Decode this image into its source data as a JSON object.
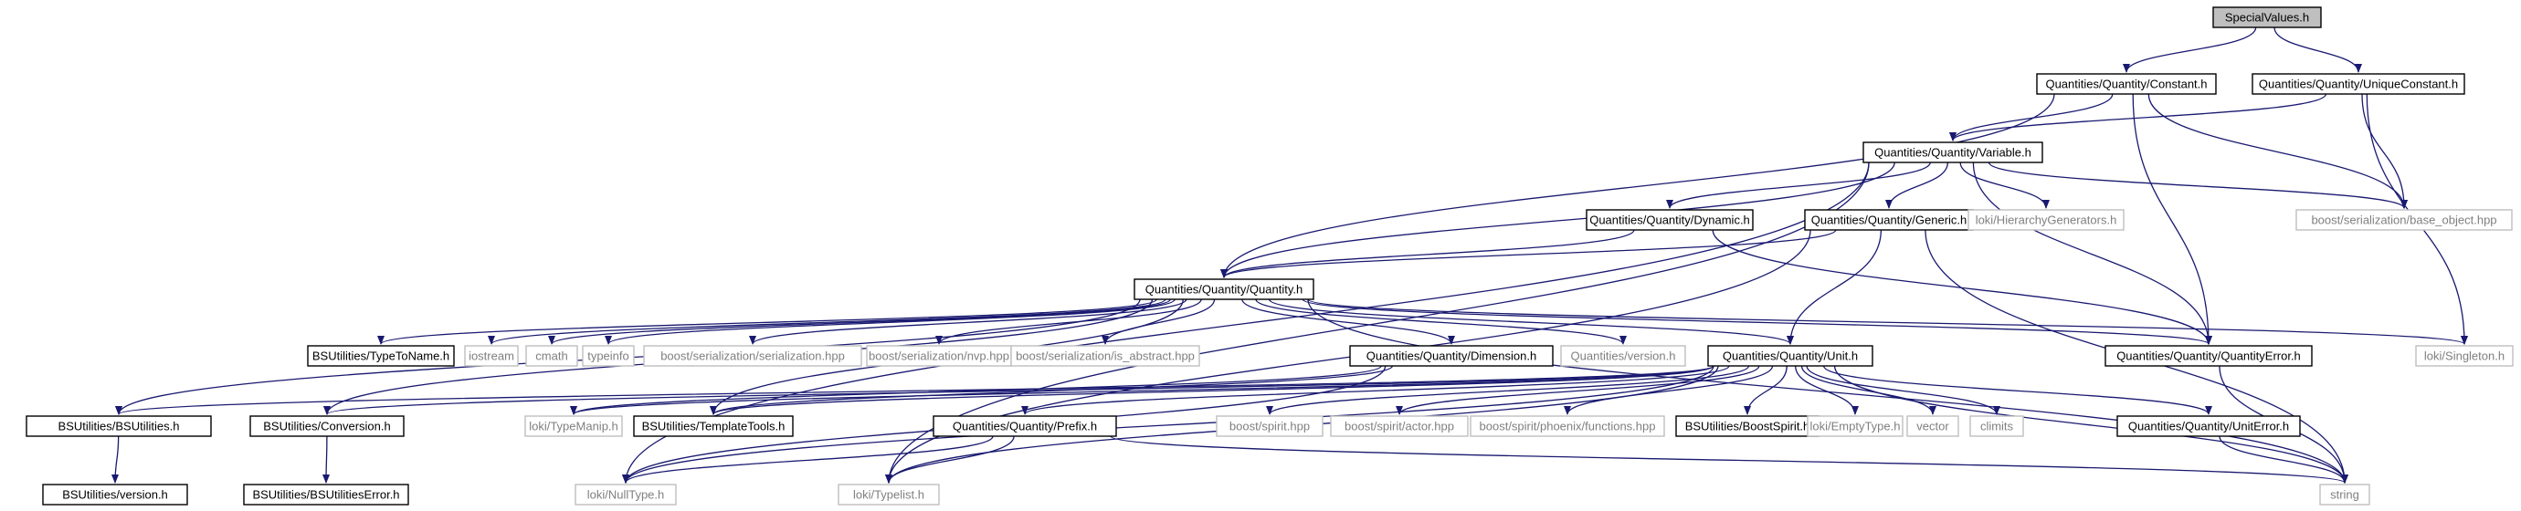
{
  "colors": {
    "edge": "#191970",
    "node_border": "#000000",
    "node_border_external": "#bfbfbf",
    "node_text": "#000000",
    "node_text_external": "#7f7f7f",
    "root_fill": "#bfbfbf",
    "node_fill": "#ffffff"
  },
  "nodes": [
    {
      "id": "specialvalues",
      "label": "SpecialValues.h",
      "kind": "root"
    },
    {
      "id": "constant",
      "label": "Quantities/Quantity/Constant.h",
      "kind": "documented"
    },
    {
      "id": "uniqueconstant",
      "label": "Quantities/Quantity/UniqueConstant.h",
      "kind": "documented"
    },
    {
      "id": "variable",
      "label": "Quantities/Quantity/Variable.h",
      "kind": "documented"
    },
    {
      "id": "base_object",
      "label": "boost/serialization/base_object.hpp",
      "kind": "external"
    },
    {
      "id": "dynamic",
      "label": "Quantities/Quantity/Dynamic.h",
      "kind": "documented"
    },
    {
      "id": "generic",
      "label": "Quantities/Quantity/Generic.h",
      "kind": "documented"
    },
    {
      "id": "hierarchygen",
      "label": "loki/HierarchyGenerators.h",
      "kind": "external"
    },
    {
      "id": "quantity",
      "label": "Quantities/Quantity/Quantity.h",
      "kind": "documented"
    },
    {
      "id": "typetoname",
      "label": "BSUtilities/TypeToName.h",
      "kind": "documented"
    },
    {
      "id": "iostream",
      "label": "iostream",
      "kind": "external"
    },
    {
      "id": "cmath",
      "label": "cmath",
      "kind": "external"
    },
    {
      "id": "typeinfo",
      "label": "typeinfo",
      "kind": "external"
    },
    {
      "id": "serialization",
      "label": "boost/serialization/serialization.hpp",
      "kind": "external"
    },
    {
      "id": "nvp",
      "label": "boost/serialization/nvp.hpp",
      "kind": "external"
    },
    {
      "id": "is_abstract",
      "label": "boost/serialization/is_abstract.hpp",
      "kind": "external"
    },
    {
      "id": "dimension",
      "label": "Quantities/Quantity/Dimension.h",
      "kind": "documented"
    },
    {
      "id": "qversion",
      "label": "Quantities/version.h",
      "kind": "external"
    },
    {
      "id": "unit",
      "label": "Quantities/Quantity/Unit.h",
      "kind": "documented"
    },
    {
      "id": "quantityerror",
      "label": "Quantities/Quantity/QuantityError.h",
      "kind": "documented"
    },
    {
      "id": "singleton",
      "label": "loki/Singleton.h",
      "kind": "external"
    },
    {
      "id": "bsutilities",
      "label": "BSUtilities/BSUtilities.h",
      "kind": "documented"
    },
    {
      "id": "conversion",
      "label": "BSUtilities/Conversion.h",
      "kind": "documented"
    },
    {
      "id": "typemanip",
      "label": "loki/TypeManip.h",
      "kind": "external"
    },
    {
      "id": "templatetools",
      "label": "BSUtilities/TemplateTools.h",
      "kind": "documented"
    },
    {
      "id": "prefix",
      "label": "Quantities/Quantity/Prefix.h",
      "kind": "documented"
    },
    {
      "id": "spirit",
      "label": "boost/spirit.hpp",
      "kind": "external"
    },
    {
      "id": "actor",
      "label": "boost/spirit/actor.hpp",
      "kind": "external"
    },
    {
      "id": "phoenix",
      "label": "boost/spirit/phoenix/functions.hpp",
      "kind": "external"
    },
    {
      "id": "boostspirit",
      "label": "BSUtilities/BoostSpirit.h",
      "kind": "documented"
    },
    {
      "id": "emptytype",
      "label": "loki/EmptyType.h",
      "kind": "external"
    },
    {
      "id": "vector",
      "label": "vector",
      "kind": "external"
    },
    {
      "id": "climits",
      "label": "climits",
      "kind": "external"
    },
    {
      "id": "uniterror",
      "label": "Quantities/Quantity/UnitError.h",
      "kind": "documented"
    },
    {
      "id": "bsversion",
      "label": "BSUtilities/version.h",
      "kind": "documented"
    },
    {
      "id": "bserror",
      "label": "BSUtilities/BSUtilitiesError.h",
      "kind": "documented"
    },
    {
      "id": "nulltype",
      "label": "loki/NullType.h",
      "kind": "external"
    },
    {
      "id": "typelist",
      "label": "loki/Typelist.h",
      "kind": "external"
    },
    {
      "id": "string",
      "label": "string",
      "kind": "external"
    }
  ],
  "edges": [
    [
      "specialvalues",
      "constant"
    ],
    [
      "specialvalues",
      "uniqueconstant"
    ],
    [
      "constant",
      "variable"
    ],
    [
      "constant",
      "quantity"
    ],
    [
      "constant",
      "base_object"
    ],
    [
      "constant",
      "quantityerror"
    ],
    [
      "uniqueconstant",
      "variable"
    ],
    [
      "uniqueconstant",
      "base_object"
    ],
    [
      "uniqueconstant",
      "singleton"
    ],
    [
      "variable",
      "quantity"
    ],
    [
      "variable",
      "dynamic"
    ],
    [
      "variable",
      "generic"
    ],
    [
      "variable",
      "hierarchygen"
    ],
    [
      "variable",
      "base_object"
    ],
    [
      "variable",
      "quantityerror"
    ],
    [
      "variable",
      "nulltype"
    ],
    [
      "variable",
      "typelist"
    ],
    [
      "dynamic",
      "quantity"
    ],
    [
      "dynamic",
      "quantityerror"
    ],
    [
      "generic",
      "quantity"
    ],
    [
      "generic",
      "unit"
    ],
    [
      "generic",
      "typelist"
    ],
    [
      "generic",
      "string"
    ],
    [
      "quantity",
      "typetoname"
    ],
    [
      "quantity",
      "iostream"
    ],
    [
      "quantity",
      "cmath"
    ],
    [
      "quantity",
      "typeinfo"
    ],
    [
      "quantity",
      "serialization"
    ],
    [
      "quantity",
      "nvp"
    ],
    [
      "quantity",
      "is_abstract"
    ],
    [
      "quantity",
      "dimension"
    ],
    [
      "quantity",
      "qversion"
    ],
    [
      "quantity",
      "unit"
    ],
    [
      "quantity",
      "quantityerror"
    ],
    [
      "quantity",
      "singleton"
    ],
    [
      "quantity",
      "bsutilities"
    ],
    [
      "quantity",
      "conversion"
    ],
    [
      "quantity",
      "templatetools"
    ],
    [
      "quantity",
      "string"
    ],
    [
      "dimension",
      "typemanip"
    ],
    [
      "dimension",
      "templatetools"
    ],
    [
      "dimension",
      "nulltype"
    ],
    [
      "unit",
      "bsutilities"
    ],
    [
      "unit",
      "conversion"
    ],
    [
      "unit",
      "typemanip"
    ],
    [
      "unit",
      "templatetools"
    ],
    [
      "unit",
      "prefix"
    ],
    [
      "unit",
      "spirit"
    ],
    [
      "unit",
      "actor"
    ],
    [
      "unit",
      "phoenix"
    ],
    [
      "unit",
      "boostspirit"
    ],
    [
      "unit",
      "emptytype"
    ],
    [
      "unit",
      "vector"
    ],
    [
      "unit",
      "climits"
    ],
    [
      "unit",
      "uniterror"
    ],
    [
      "unit",
      "nulltype"
    ],
    [
      "unit",
      "typelist"
    ],
    [
      "unit",
      "string"
    ],
    [
      "quantityerror",
      "string"
    ],
    [
      "uniterror",
      "string"
    ],
    [
      "prefix",
      "nulltype"
    ],
    [
      "prefix",
      "typelist"
    ],
    [
      "prefix",
      "string"
    ],
    [
      "bsutilities",
      "bsversion"
    ],
    [
      "conversion",
      "bserror"
    ]
  ]
}
